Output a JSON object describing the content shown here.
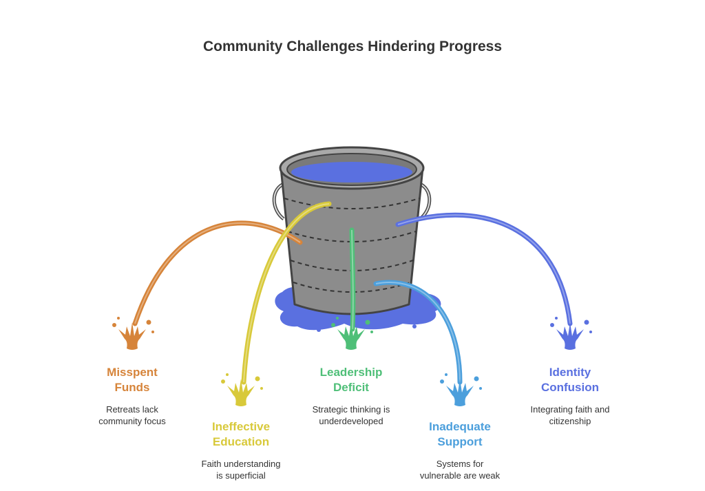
{
  "title": "Community Challenges Hindering Progress",
  "colors": {
    "orange": "#d6843a",
    "yellow": "#d8c93a",
    "green": "#4fbf78",
    "light_blue": "#4c9fdc",
    "blue": "#5a70e0",
    "water": "#5a70e0",
    "bucket_body": "#8c8c8c",
    "bucket_outline": "#444444"
  },
  "items": [
    {
      "id": "misspent-funds",
      "title_lines": [
        "Misspent",
        "Funds"
      ],
      "desc_lines": [
        "Retreats lack",
        "community focus"
      ],
      "color_key": "orange"
    },
    {
      "id": "ineffective-education",
      "title_lines": [
        "Ineffective",
        "Education"
      ],
      "desc_lines": [
        "Faith understanding",
        "is superficial"
      ],
      "color_key": "yellow"
    },
    {
      "id": "leadership-deficit",
      "title_lines": [
        "Leadership",
        "Deficit"
      ],
      "desc_lines": [
        "Strategic thinking is",
        "underdeveloped"
      ],
      "color_key": "green"
    },
    {
      "id": "inadequate-support",
      "title_lines": [
        "Inadequate",
        "Support"
      ],
      "desc_lines": [
        "Systems for",
        "vulnerable are weak"
      ],
      "color_key": "light_blue"
    },
    {
      "id": "identity-confusion",
      "title_lines": [
        "Identity",
        "Confusion"
      ],
      "desc_lines": [
        "Integrating faith and",
        "citizenship"
      ],
      "color_key": "blue"
    }
  ]
}
